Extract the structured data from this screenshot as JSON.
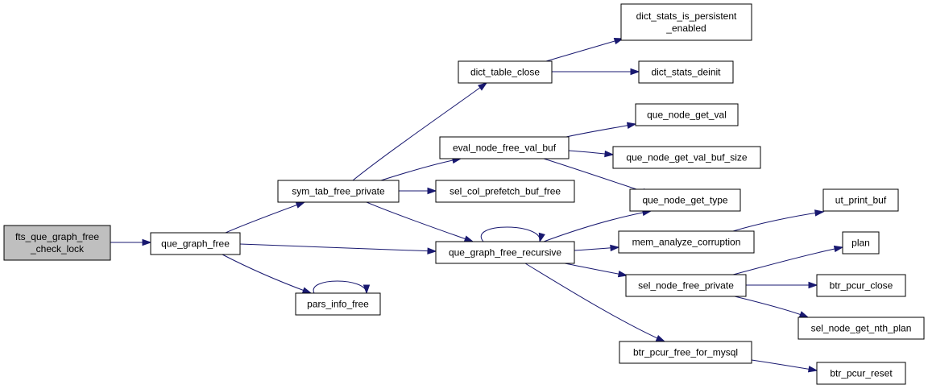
{
  "graph": {
    "colors": {
      "edge": "#191970",
      "node_fill": "#ffffff",
      "root_fill": "#bfbfbf",
      "border": "#000000"
    },
    "nodes": [
      {
        "id": "fts_que_graph_free_check_lock",
        "lines": [
          "fts_que_graph_free",
          "_check_lock"
        ],
        "root": true
      },
      {
        "id": "que_graph_free",
        "lines": [
          "que_graph_free"
        ]
      },
      {
        "id": "sym_tab_free_private",
        "lines": [
          "sym_tab_free_private"
        ]
      },
      {
        "id": "pars_info_free",
        "lines": [
          "pars_info_free"
        ]
      },
      {
        "id": "que_graph_free_recursive",
        "lines": [
          "que_graph_free_recursive"
        ]
      },
      {
        "id": "dict_table_close",
        "lines": [
          "dict_table_close"
        ]
      },
      {
        "id": "eval_node_free_val_buf",
        "lines": [
          "eval_node_free_val_buf"
        ]
      },
      {
        "id": "sel_col_prefetch_buf_free",
        "lines": [
          "sel_col_prefetch_buf_free"
        ]
      },
      {
        "id": "dict_stats_is_persistent_enabled",
        "lines": [
          "dict_stats_is_persistent",
          "_enabled"
        ]
      },
      {
        "id": "dict_stats_deinit",
        "lines": [
          "dict_stats_deinit"
        ]
      },
      {
        "id": "que_node_get_val",
        "lines": [
          "que_node_get_val"
        ]
      },
      {
        "id": "que_node_get_val_buf_size",
        "lines": [
          "que_node_get_val_buf_size"
        ]
      },
      {
        "id": "que_node_get_type",
        "lines": [
          "que_node_get_type"
        ]
      },
      {
        "id": "mem_analyze_corruption",
        "lines": [
          "mem_analyze_corruption"
        ]
      },
      {
        "id": "sel_node_free_private",
        "lines": [
          "sel_node_free_private"
        ]
      },
      {
        "id": "btr_pcur_free_for_mysql",
        "lines": [
          "btr_pcur_free_for_mysql"
        ]
      },
      {
        "id": "ut_print_buf",
        "lines": [
          "ut_print_buf"
        ]
      },
      {
        "id": "plan",
        "lines": [
          "plan"
        ]
      },
      {
        "id": "btr_pcur_close",
        "lines": [
          "btr_pcur_close"
        ]
      },
      {
        "id": "sel_node_get_nth_plan",
        "lines": [
          "sel_node_get_nth_plan"
        ]
      },
      {
        "id": "btr_pcur_reset",
        "lines": [
          "btr_pcur_reset"
        ]
      }
    ],
    "edges": [
      {
        "from": "fts_que_graph_free_check_lock",
        "to": "que_graph_free"
      },
      {
        "from": "que_graph_free",
        "to": "sym_tab_free_private"
      },
      {
        "from": "que_graph_free",
        "to": "que_graph_free_recursive"
      },
      {
        "from": "que_graph_free",
        "to": "pars_info_free"
      },
      {
        "from": "pars_info_free",
        "to": "pars_info_free"
      },
      {
        "from": "sym_tab_free_private",
        "to": "dict_table_close"
      },
      {
        "from": "sym_tab_free_private",
        "to": "eval_node_free_val_buf"
      },
      {
        "from": "sym_tab_free_private",
        "to": "sel_col_prefetch_buf_free"
      },
      {
        "from": "sym_tab_free_private",
        "to": "que_graph_free_recursive"
      },
      {
        "from": "dict_table_close",
        "to": "dict_stats_is_persistent_enabled"
      },
      {
        "from": "dict_table_close",
        "to": "dict_stats_deinit"
      },
      {
        "from": "eval_node_free_val_buf",
        "to": "que_node_get_val"
      },
      {
        "from": "eval_node_free_val_buf",
        "to": "que_node_get_val_buf_size"
      },
      {
        "from": "eval_node_free_val_buf",
        "to": "que_node_get_type"
      },
      {
        "from": "que_graph_free_recursive",
        "to": "que_graph_free_recursive"
      },
      {
        "from": "que_graph_free_recursive",
        "to": "que_node_get_type"
      },
      {
        "from": "que_graph_free_recursive",
        "to": "mem_analyze_corruption"
      },
      {
        "from": "que_graph_free_recursive",
        "to": "sel_node_free_private"
      },
      {
        "from": "que_graph_free_recursive",
        "to": "btr_pcur_free_for_mysql"
      },
      {
        "from": "mem_analyze_corruption",
        "to": "ut_print_buf"
      },
      {
        "from": "sel_node_free_private",
        "to": "plan"
      },
      {
        "from": "sel_node_free_private",
        "to": "btr_pcur_close"
      },
      {
        "from": "sel_node_free_private",
        "to": "sel_node_get_nth_plan"
      },
      {
        "from": "btr_pcur_free_for_mysql",
        "to": "btr_pcur_reset"
      }
    ]
  }
}
